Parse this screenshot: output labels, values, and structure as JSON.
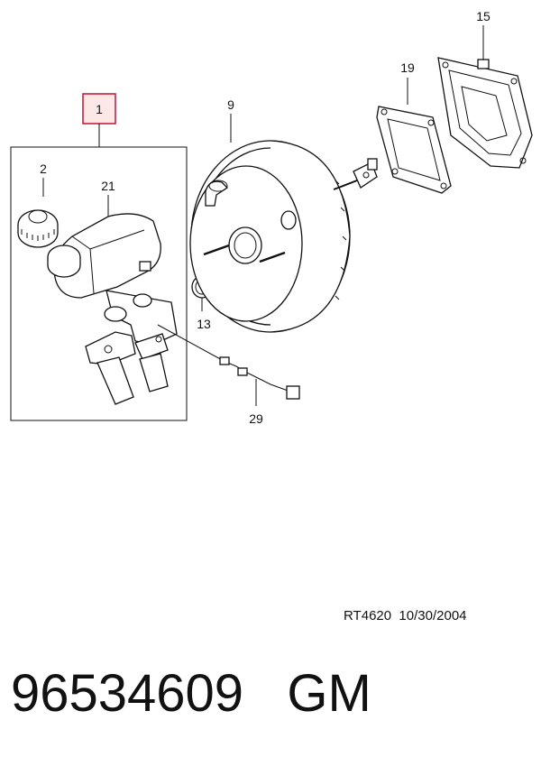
{
  "callouts": {
    "c1": "1",
    "c2": "2",
    "c21": "21",
    "c9": "9",
    "c13": "13",
    "c29": "29",
    "c19": "19",
    "c15": "15"
  },
  "footer": {
    "reference": "RT4620  10/30/2004",
    "part_number": "96534609",
    "brand": "GM"
  },
  "colors": {
    "highlight_box": "#c8102e",
    "highlight_fill": "#fde8e8",
    "line": "#111111"
  }
}
